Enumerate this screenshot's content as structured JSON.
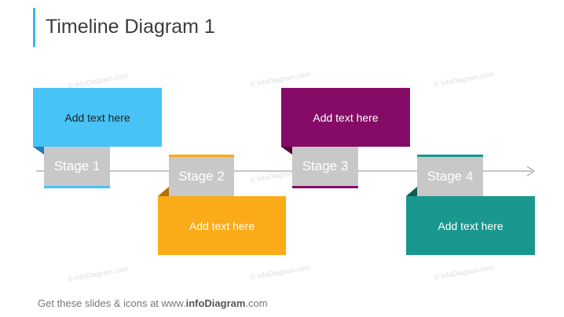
{
  "title": "Timeline Diagram 1",
  "colors": {
    "accent": "#3fb6e8",
    "stage1": "#47c3f7",
    "stage2": "#fbab18",
    "stage3": "#850b66",
    "stage4": "#1a978e",
    "stage_box": "#c8c8c8",
    "axis": "#b4b4b4"
  },
  "stages": [
    {
      "label": "Stage 1",
      "text": "Add text here"
    },
    {
      "label": "Stage 2",
      "text": "Add text here"
    },
    {
      "label": "Stage 3",
      "text": "Add text here"
    },
    {
      "label": "Stage 4",
      "text": "Add text here"
    }
  ],
  "watermark": "© infoDiagram.com",
  "footer": {
    "prefix": "Get these slides & icons at www.",
    "brand": "infoDiagram",
    "suffix": ".com"
  }
}
